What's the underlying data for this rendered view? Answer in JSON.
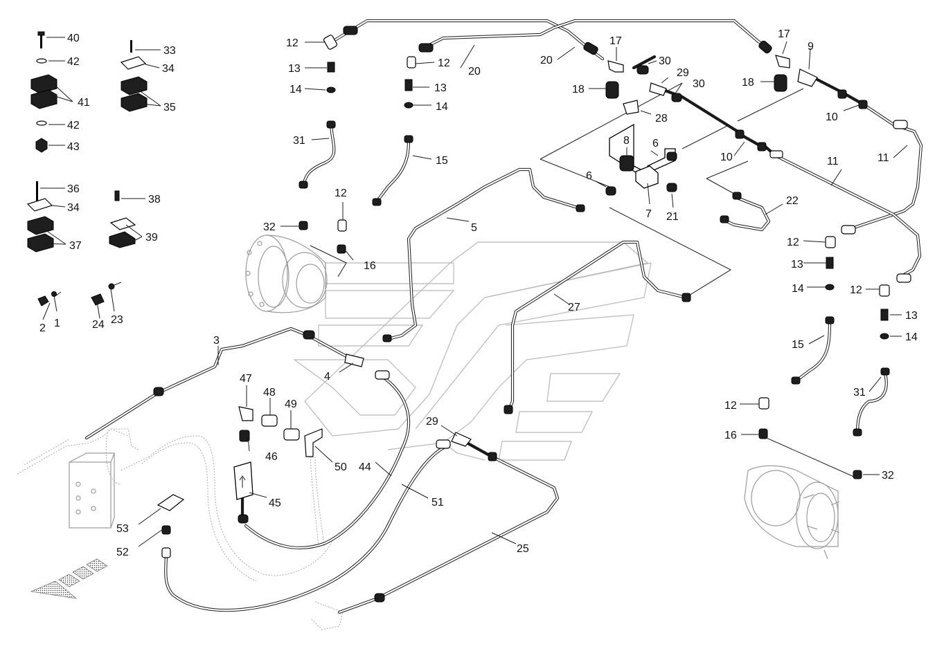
{
  "callouts": [
    "40",
    "42",
    "41",
    "42",
    "43",
    "33",
    "34",
    "35",
    "36",
    "34",
    "37",
    "38",
    "39",
    "2",
    "1",
    "24",
    "23",
    "12",
    "13",
    "14",
    "31",
    "32",
    "16",
    "12",
    "13",
    "14",
    "15",
    "12",
    "20",
    "20",
    "17",
    "18",
    "30",
    "29",
    "30",
    "28",
    "17",
    "9",
    "18",
    "10",
    "10",
    "11",
    "8",
    "6",
    "6",
    "7",
    "21",
    "22",
    "11",
    "5",
    "27",
    "3",
    "4",
    "47",
    "48",
    "49",
    "46",
    "50",
    "45",
    "44",
    "51",
    "29",
    "25",
    "53",
    "52",
    "12",
    "13",
    "14",
    "15",
    "12",
    "16",
    "12",
    "13",
    "14",
    "31",
    "32"
  ]
}
